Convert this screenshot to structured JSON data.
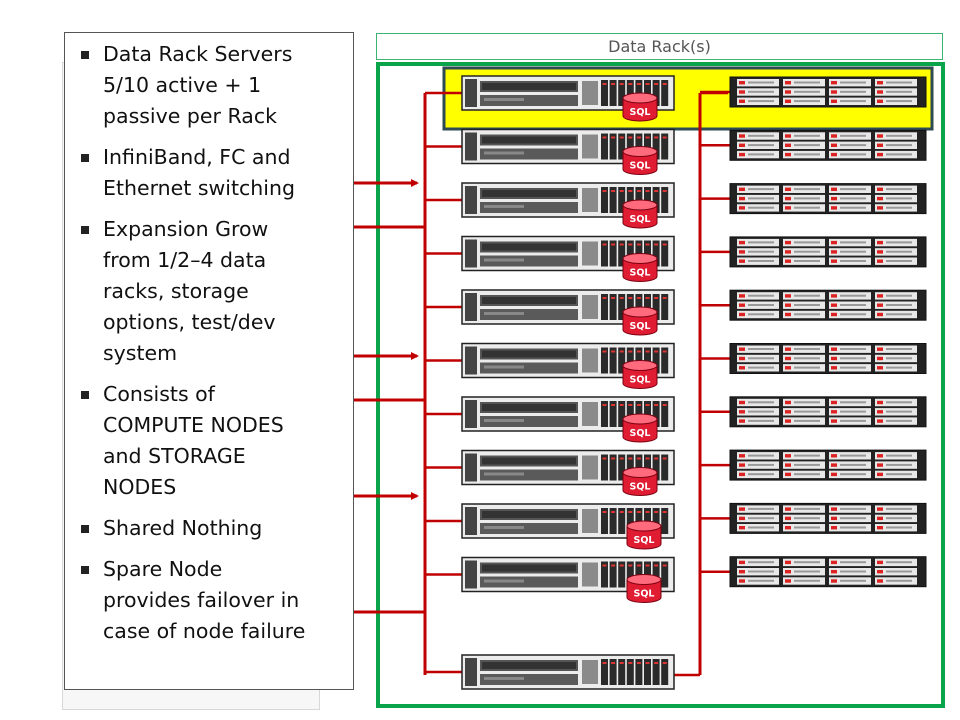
{
  "bullets": [
    "Data Rack Servers\n5/10 active + 1\npassive  per Rack",
    "InfiniBand, FC and\nEthernet switching",
    "Expansion Grow\nfrom 1/2–4 data\nracks, storage\noptions, test/dev\nsystem",
    "Consists of\nCOMPUTE NODES\nand STORAGE\nNODES",
    "Shared Nothing",
    "Spare Node\nprovides failover in\ncase of node failure"
  ],
  "rack": {
    "title": "Data Rack(s)",
    "sql_label": "SQL",
    "compute_node_count": 11,
    "storage_node_count": 10,
    "sql_badge_count": 10,
    "colors": {
      "border": "#0aa54a",
      "highlight": "#ffff00",
      "highlight_border": "#2e4a52",
      "cable": "#c00000",
      "cable_light": "#f2b6b6",
      "db_fill": "#e01c33"
    }
  },
  "icons": {
    "compute": "server-icon",
    "storage": "storage-array-icon",
    "database": "database-icon",
    "arrow": "arrow-icon"
  }
}
